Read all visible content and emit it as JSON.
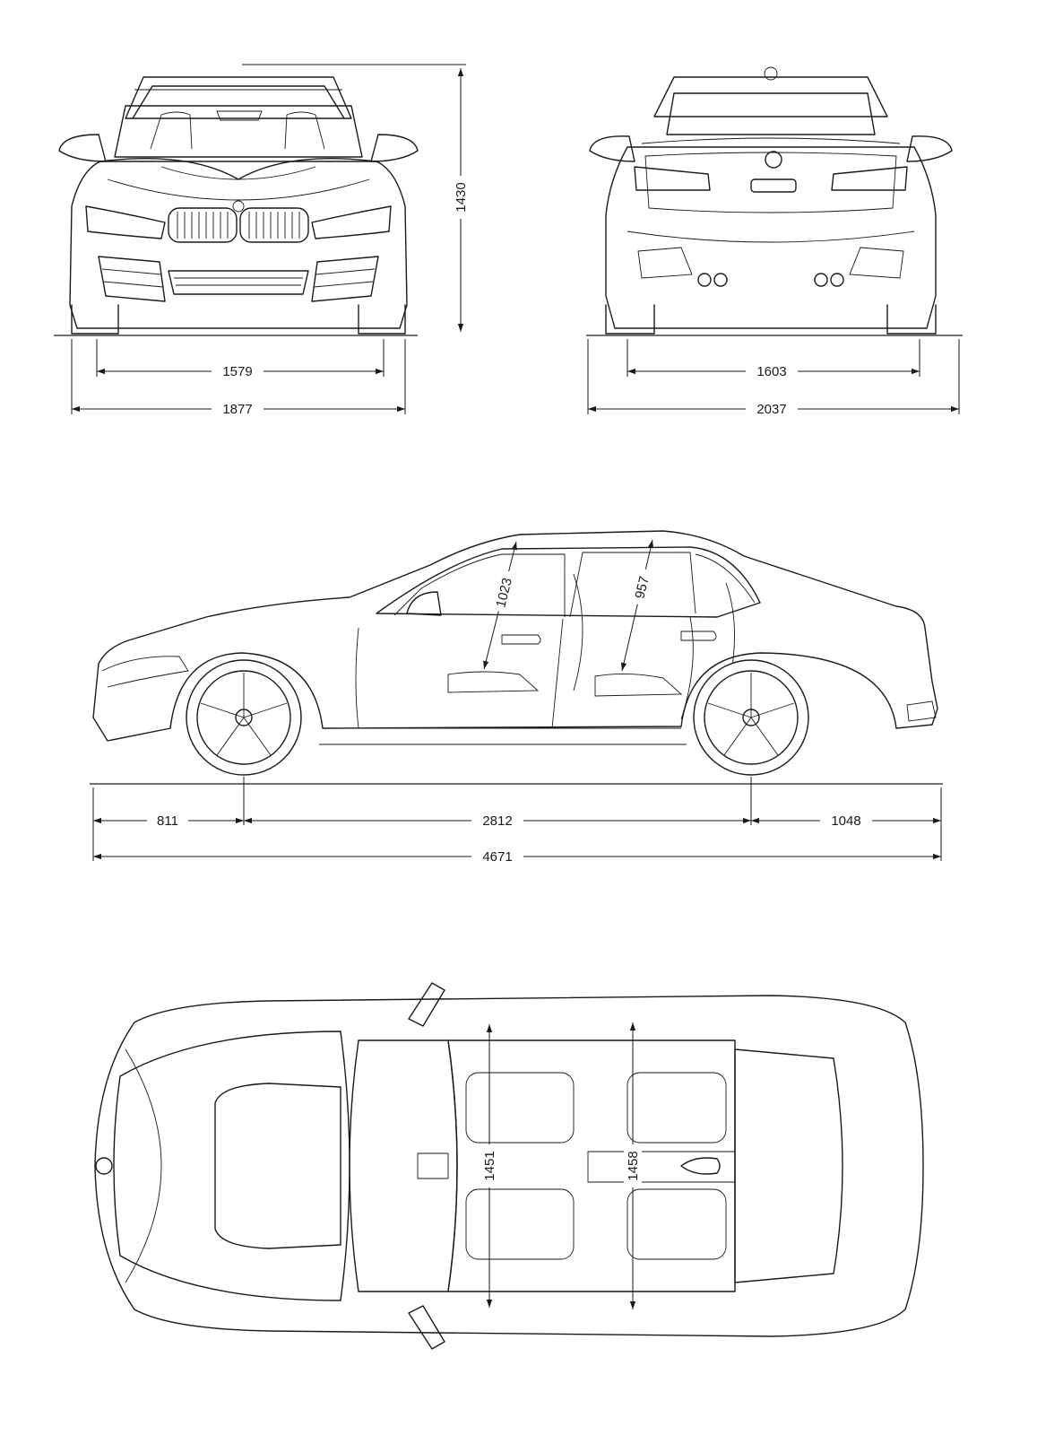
{
  "dimensions": {
    "height": "1430",
    "front_track": "1579",
    "front_width": "1877",
    "rear_track": "1603",
    "rear_width_mirrors": "2037",
    "front_overhang": "811",
    "wheelbase": "2812",
    "rear_overhang": "1048",
    "length": "4671",
    "front_headroom": "1023",
    "rear_headroom": "957",
    "front_shoulder": "1451",
    "rear_shoulder": "1458"
  },
  "colors": {
    "line": "#1a1a1a",
    "background": "#ffffff"
  }
}
